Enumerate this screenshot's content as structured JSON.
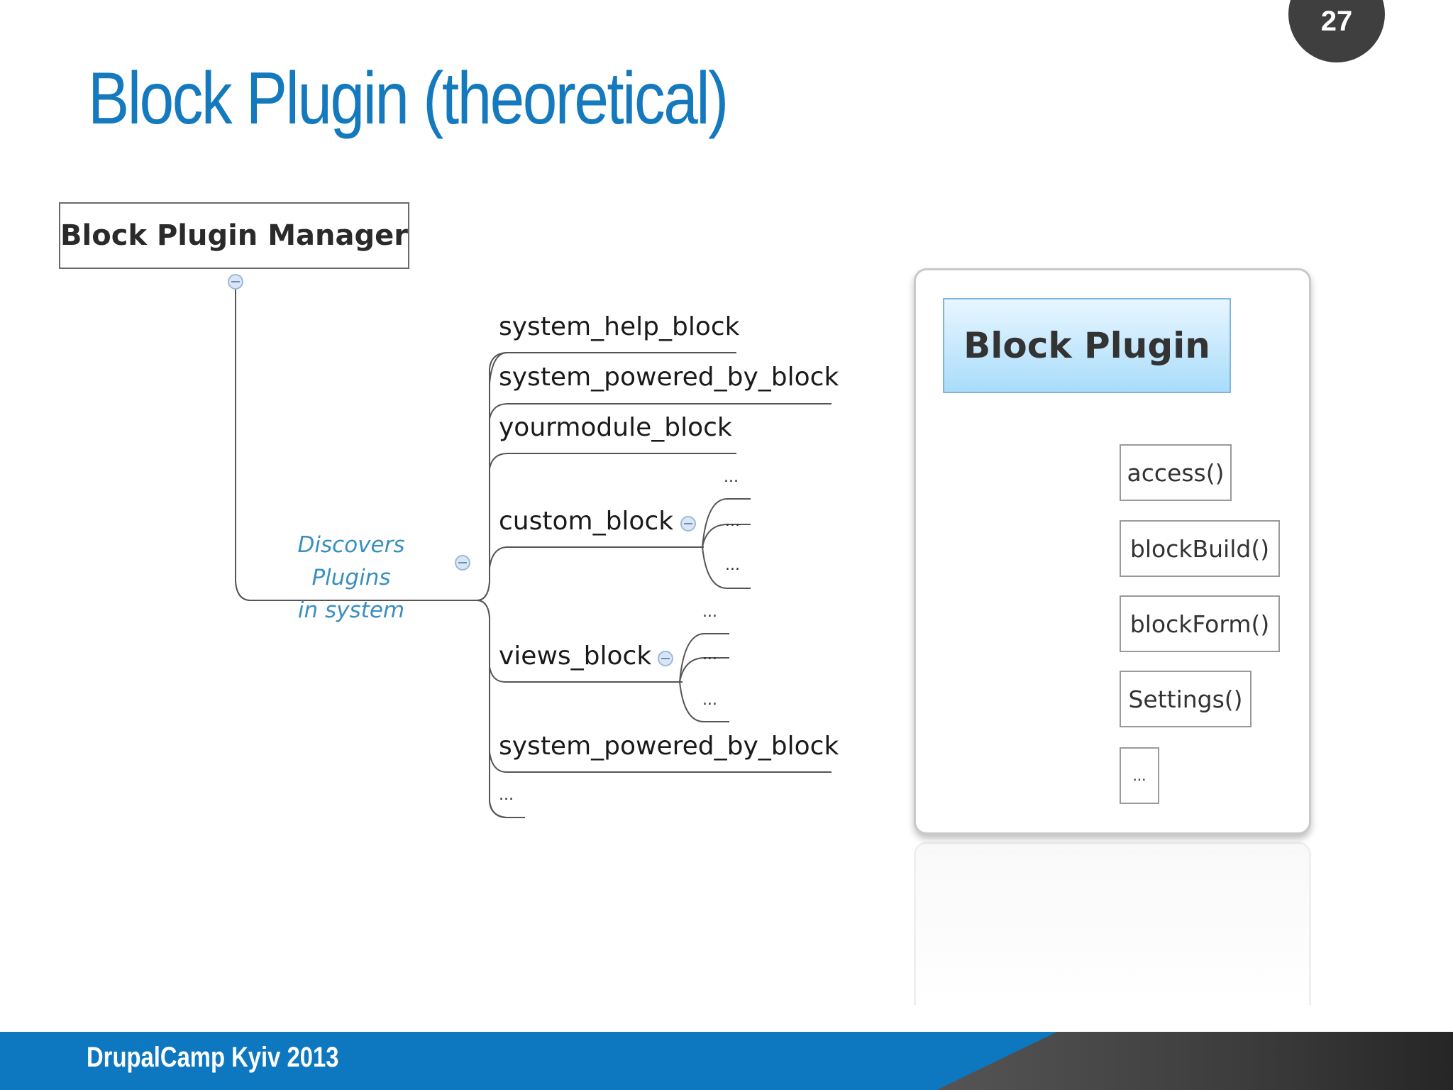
{
  "slide": {
    "number": "27",
    "title": "Block Plugin (theoretical)",
    "footer": "DrupalCamp Kyiv 2013"
  },
  "mindmap": {
    "root": "Block Plugin Manager",
    "relation": [
      "Discovers Plugins",
      "in system"
    ],
    "children": [
      "system_help_block",
      "system_powered_by_block",
      "yourmodule_block",
      "custom_block",
      "views_block",
      "system_powered_by_block",
      "..."
    ],
    "ellipsis": "..."
  },
  "plugin": {
    "title": "Block Plugin",
    "methods": [
      "access()",
      "blockBuild()",
      "blockForm()",
      "Settings()",
      "..."
    ]
  },
  "colors": {
    "title": "#1479bd",
    "relation_text": "#3a8fc0",
    "footer": "#0d78bf",
    "plugin_header": "#a9dcfb"
  }
}
